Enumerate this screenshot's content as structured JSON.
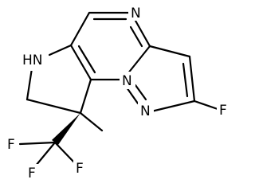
{
  "molecule": {
    "atoms": {
      "n_top": "N",
      "nh": "HN",
      "n_bridge": "N",
      "n_pyrazole": "N",
      "f_ring": "F",
      "cf3_f_left": "F",
      "cf3_f_bottom_left": "F",
      "cf3_f_bottom_right": "F"
    }
  }
}
